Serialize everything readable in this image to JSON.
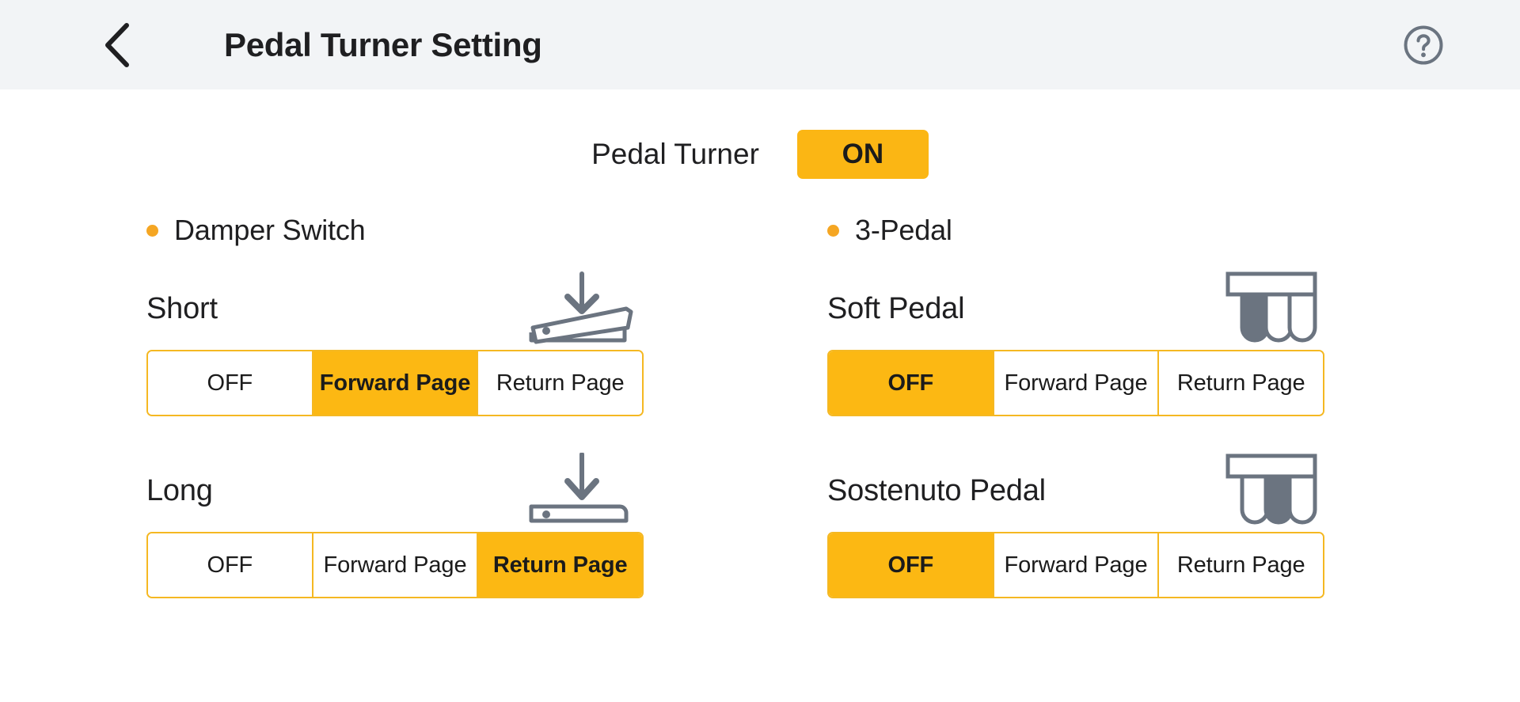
{
  "header": {
    "back_icon": "chevron-left-icon",
    "title": "Pedal Turner Setting",
    "help_icon": "help-circle-icon"
  },
  "master_toggle": {
    "label": "Pedal Turner",
    "value": "ON"
  },
  "colors": {
    "accent": "#fcb813",
    "accent_border": "#f5b822",
    "bullet": "#f5a623",
    "icon_gray": "#6b7480",
    "header_bg": "#f2f4f6",
    "text": "#1f1f21"
  },
  "segment_options": [
    "OFF",
    "Forward Page",
    "Return Page"
  ],
  "sections": [
    {
      "title": "Damper Switch",
      "bullet_icon": "bullet-dot-icon",
      "settings": [
        {
          "name": "Short",
          "icon": "pedal-half-pressed-icon",
          "options": [
            "OFF",
            "Forward Page",
            "Return Page"
          ],
          "selected": "Forward Page"
        },
        {
          "name": "Long",
          "icon": "pedal-fully-pressed-icon",
          "options": [
            "OFF",
            "Forward Page",
            "Return Page"
          ],
          "selected": "Return Page"
        }
      ]
    },
    {
      "title": "3-Pedal",
      "bullet_icon": "bullet-dot-icon",
      "settings": [
        {
          "name": "Soft Pedal",
          "icon": "three-pedal-left-highlighted-icon",
          "options": [
            "OFF",
            "Forward Page",
            "Return Page"
          ],
          "selected": "OFF"
        },
        {
          "name": "Sostenuto Pedal",
          "icon": "three-pedal-middle-highlighted-icon",
          "options": [
            "OFF",
            "Forward Page",
            "Return Page"
          ],
          "selected": "OFF"
        }
      ]
    }
  ]
}
